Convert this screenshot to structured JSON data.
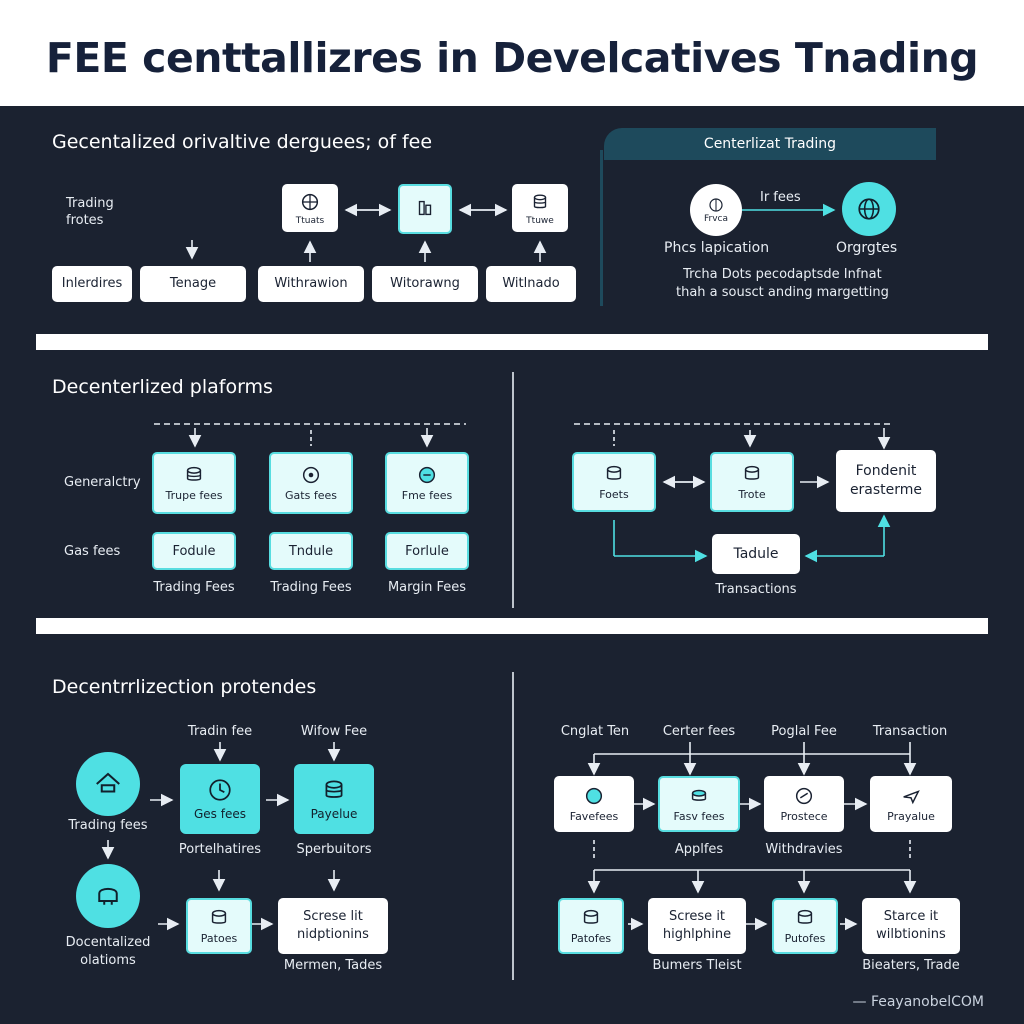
{
  "title": "FEE centtallizres in Develcatives Tnading",
  "colors": {
    "accent": "#4fe0e3",
    "background": "#1b2230",
    "tab": "#1e4a5c"
  },
  "section1": {
    "heading": "Gecentalized orivaltive derguees; of fee",
    "side_label": "Trading\nfrotes",
    "top_nodes": [
      {
        "label": "Ttuats",
        "icon": "globe-icon"
      },
      {
        "label": "",
        "icon": "document-icon"
      },
      {
        "label": "Ttuwe",
        "icon": "coins-icon"
      }
    ],
    "bottom_boxes": [
      "Inlerdires",
      "Tenage",
      "Withrawion",
      "Witorawng",
      "Witlnado"
    ],
    "panel": {
      "tab": "Centerlizat Trading",
      "left_node": "Frvca",
      "arrow_label": "Ir fees",
      "left_caption": "Phcs lapication",
      "right_caption": "Orgrgtes",
      "description": "Trcha Dots pecodaptsde Infnat\nthah a sousct anding margetting"
    }
  },
  "section2": {
    "heading": "Decenterlized plaforms",
    "row_labels": [
      "Generalctry",
      "Gas fees"
    ],
    "nodes": [
      "Trupe fees",
      "Gats fees",
      "Fme fees"
    ],
    "sub_boxes": [
      "Fodule",
      "Tndule",
      "Forlule"
    ],
    "captions": [
      "Trading Fees",
      "Trading Fees",
      "Margin Fees"
    ],
    "right": {
      "nodes": [
        "Foets",
        "Trote"
      ],
      "result_box": "Fondenit\nerasterme",
      "bottom_box": "Tadule",
      "caption": "Transactions"
    }
  },
  "section3": {
    "heading": "Decentrrlizection protendes",
    "top_labels": [
      "Tradin fee",
      "Wifow Fee"
    ],
    "left_circle_caption": "Trading fees",
    "left_circle2_caption": "Docentalized\nolatioms",
    "nodes": [
      "Ges fees",
      "Payelue"
    ],
    "node_captions": [
      "Portelhatires",
      "Sperbuitors"
    ],
    "lower_nodes": [
      "Patoes"
    ],
    "lower_box": "Screse lit\nnidptionins",
    "lower_caption": "Mermen, Tades",
    "right": {
      "top_labels": [
        "Cnglat Ten",
        "Certer fees",
        "Poglal Fee",
        "Transaction"
      ],
      "row1": [
        "Favefees",
        "Fasv fees",
        "Prostece",
        "Prayalue"
      ],
      "row1_captions": [
        "Applfes",
        "Withdravies"
      ],
      "row2": [
        "Patofes",
        "Screse it\nhighlphine",
        "Putofes",
        "Starce it\nwilbtionins"
      ],
      "row2_captions": [
        "Bumers Tleist",
        "Bieaters, Trade"
      ]
    }
  },
  "footer": "— FeayanobelCOM"
}
